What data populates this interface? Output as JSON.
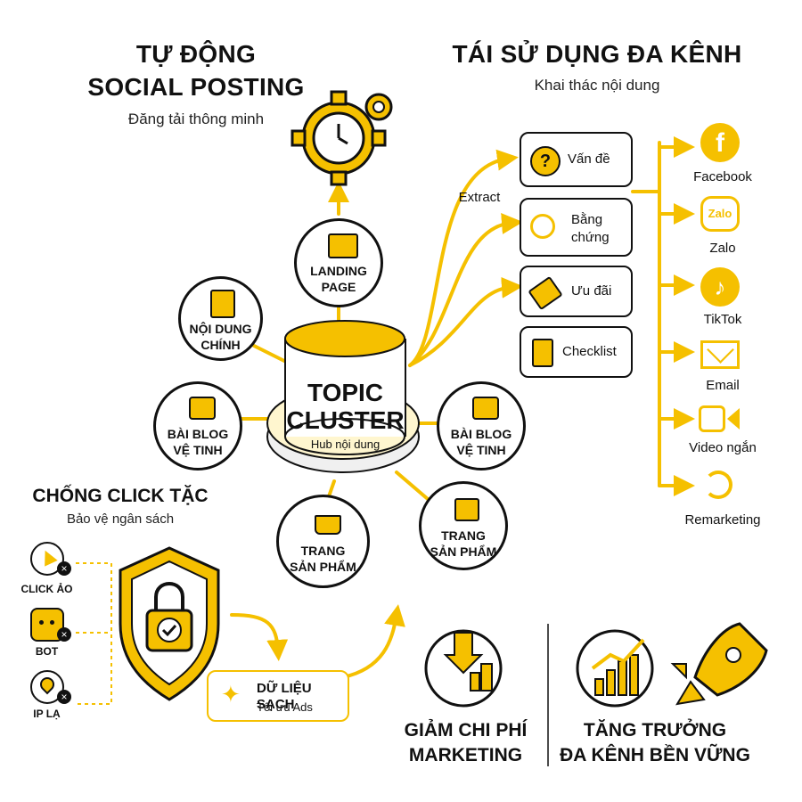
{
  "social": {
    "title_line1": "TỰ ĐỘNG",
    "title_line2": "SOCIAL POSTING",
    "subtitle": "Đăng tải thông minh"
  },
  "reuse": {
    "title": "TÁI SỬ DỤNG ĐA KÊNH",
    "subtitle": "Khai thác nội dung"
  },
  "hub": {
    "title_line1": "TOPIC",
    "title_line2": "CLUSTER",
    "subtitle": "Hub nội dung"
  },
  "nodes": {
    "landing": {
      "line1": "LANDING",
      "line2": "PAGE"
    },
    "main_content": {
      "line1": "NỘI DUNG",
      "line2": "CHÍNH"
    },
    "blog_left": {
      "line1": "BÀI BLOG",
      "line2": "VỆ TINH"
    },
    "blog_right": {
      "line1": "BÀI BLOG",
      "line2": "VỆ TINH"
    },
    "product_left": {
      "line1": "TRANG",
      "line2": "SẢN PHẨM"
    },
    "product_right": {
      "line1": "TRANG",
      "line2": "SẢN PHẨM"
    }
  },
  "extract_label": "Extract",
  "extract_items": [
    {
      "label": "Vấn đề",
      "icon": "question-icon"
    },
    {
      "label_line1": "Bằng",
      "label_line2": "chứng",
      "icon": "magnifier-icon"
    },
    {
      "label": "Ưu đãi",
      "icon": "tag-icon"
    },
    {
      "label": "Checklist",
      "icon": "clipboard-icon"
    }
  ],
  "channels": [
    {
      "label": "Facebook",
      "icon": "facebook-icon",
      "icon_text": "f"
    },
    {
      "label": "Zalo",
      "icon": "zalo-icon",
      "icon_text": "Zalo"
    },
    {
      "label": "TikTok",
      "icon": "tiktok-icon",
      "icon_text": "♪"
    },
    {
      "label": "Email",
      "icon": "email-icon"
    },
    {
      "label": "Video ngắn",
      "icon": "video-icon"
    },
    {
      "label": "Remarketing",
      "icon": "refresh-icon"
    }
  ],
  "fraud": {
    "title": "CHỐNG CLICK TẶC",
    "subtitle": "Bảo vệ ngân sách",
    "threats": [
      {
        "label": "CLICK ẢO",
        "icon": "cursor-icon"
      },
      {
        "label": "BOT",
        "icon": "robot-icon"
      },
      {
        "label": "IP LẠ",
        "icon": "location-pin-icon"
      }
    ],
    "clean_title": "DỮ LIỆU SẠCH",
    "clean_subtitle": "Tối ưu Ads"
  },
  "outcomes": {
    "cost": {
      "line1": "GIẢM CHI PHÍ",
      "line2": "MARKETING"
    },
    "growth": {
      "line1": "TĂNG TRƯỞNG",
      "line2": "ĐA KÊNH BỀN VỮNG"
    }
  },
  "colors": {
    "accent": "#F5C000",
    "dark": "#111111",
    "pale": "#FFF6CF"
  }
}
